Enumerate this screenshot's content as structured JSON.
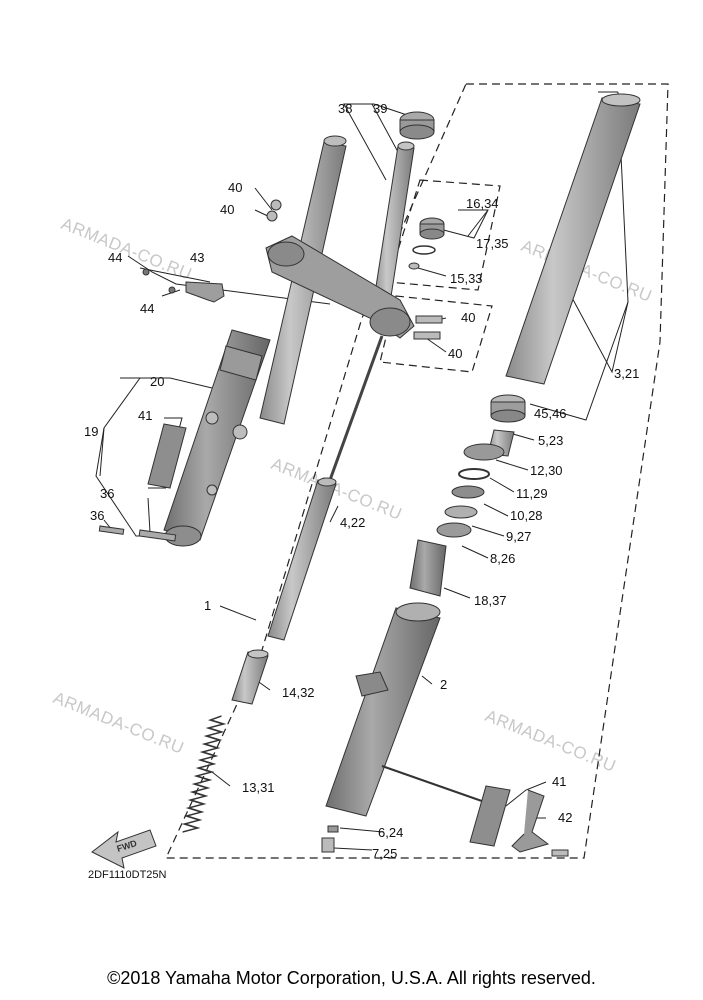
{
  "diagram_code": "2DF1110DT25N",
  "fwd_label": "FWD",
  "watermark": "ARMADA-CO.RU",
  "copyright": "©2018 Yamaha Motor Corporation, U.S.A. All rights reserved.",
  "callouts": {
    "c1": "1",
    "c2": "2",
    "c3_21": "3,21",
    "c4_22": "4,22",
    "c5_23": "5,23",
    "c6_24": "6,24",
    "c7_25": "7,25",
    "c8_26": "8,26",
    "c9_27": "9,27",
    "c10_28": "10,28",
    "c11_29": "11,29",
    "c12_30": "12,30",
    "c13_31": "13,31",
    "c14_32": "14,32",
    "c15_33": "15,33",
    "c16_34": "16,34",
    "c17_35": "17,35",
    "c18_37": "18,37",
    "c19": "19",
    "c20": "20",
    "c36a": "36",
    "c36b": "36",
    "c38": "38",
    "c39": "39",
    "c40a": "40",
    "c40b": "40",
    "c40c": "40",
    "c40d": "40",
    "c41a": "41",
    "c41b": "41",
    "c42": "42",
    "c43": "43",
    "c44a": "44",
    "c44b": "44",
    "c45_46": "45,46"
  }
}
